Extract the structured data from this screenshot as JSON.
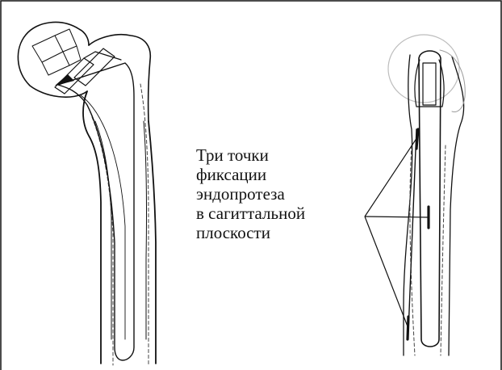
{
  "figure": {
    "caption_lines": [
      "Три точки",
      "фиксации",
      "эндопротеза",
      "в сагиттальной",
      "плоскости"
    ],
    "colors": {
      "line": "#111111",
      "dashed": "#444444",
      "halo": "#bdbdbd",
      "background": "#ffffff"
    }
  }
}
